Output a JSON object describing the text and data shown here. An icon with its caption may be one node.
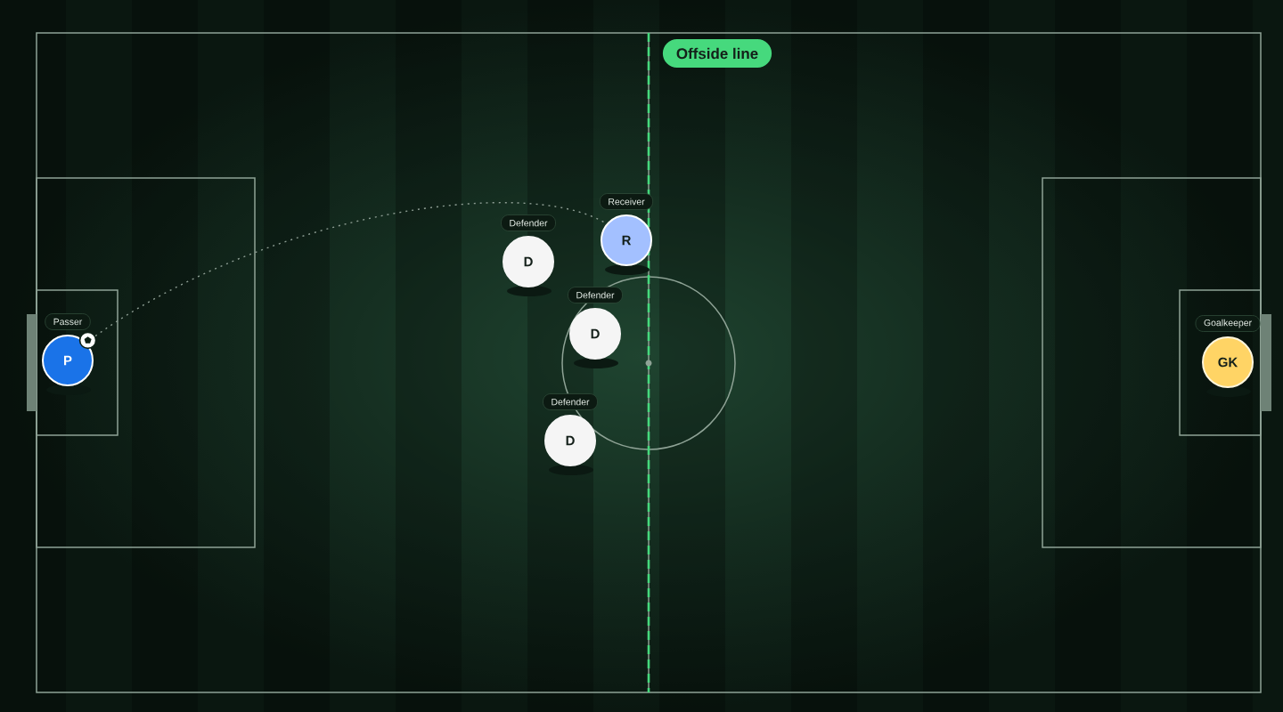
{
  "diagram": {
    "nodes": [
      {
        "text": [
          "P"
        ],
        "beside": [
          "Passer"
        ]
      },
      {
        "text": [],
        "shape": "circle"
      },
      {
        "text": [
          "D"
        ],
        "beside": [
          "Defender"
        ]
      },
      {
        "text": [
          "D"
        ],
        "beside": [
          "Defender"
        ]
      },
      {
        "text": [
          "D"
        ],
        "beside": [
          "Defender"
        ]
      },
      {
        "text": [
          "R"
        ],
        "beside": [
          "Receiver"
        ]
      },
      {
        "text": [
          "GK"
        ],
        "beside": [
          "Goalkeeper"
        ]
      }
    ],
    "edges": [
      {
        "from": 1,
        "to": 5,
        "arrow": "none",
        "style": "dashed"
      }
    ],
    "labels": [
      "Offside line"
    ]
  }
}
